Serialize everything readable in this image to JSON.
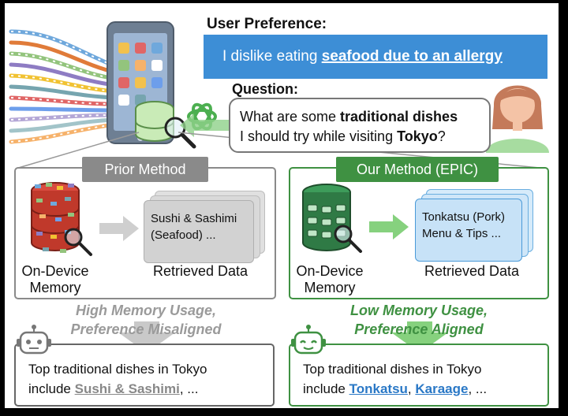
{
  "header": {
    "user_preference_label": "User Preference:",
    "preference_text_prefix": "I dislike eating ",
    "preference_highlight": "seafood due to an allergy",
    "question_label": "Question:",
    "question_prefix": "What are some ",
    "question_highlight_1": "traditional dishes",
    "question_middle": "I should try while visiting ",
    "question_highlight_2": "Tokyo",
    "question_suffix": "?"
  },
  "prior": {
    "tab_label": "Prior Method",
    "memory_caption_line1": "On-Device",
    "memory_caption_line2": "Memory",
    "retrieved_caption": "Retrieved Data",
    "card_line1": "Sushi & Sashimi",
    "card_line2": "(Seafood) ...",
    "mid_line1": "High Memory Usage,",
    "mid_line2": "Preference Misaligned",
    "answer_line1": "Top traditional dishes in Tokyo",
    "answer_prefix": "include ",
    "answer_highlight": "Sushi & Sashimi",
    "answer_suffix": ", ..."
  },
  "ours": {
    "tab_label": "Our Method (EPIC)",
    "memory_caption_line1": "On-Device",
    "memory_caption_line2": "Memory",
    "retrieved_caption": "Retrieved Data",
    "card_line1": "Tonkatsu (Pork)",
    "card_line2": "Menu & Tips ...",
    "mid_line1": "Low Memory Usage,",
    "mid_line2": "Preference Aligned",
    "answer_line1": "Top traditional dishes in Tokyo",
    "answer_prefix": "include ",
    "answer_highlight_1": "Tonkatsu",
    "answer_sep": ", ",
    "answer_highlight_2": "Karaage",
    "answer_suffix": ", ..."
  },
  "colors": {
    "prior": "#8a8a8a",
    "ours": "#3f9142",
    "preference_bar": "#3d8ed6",
    "highlight_blue": "#2a78c6",
    "mid_prior": "#9a9a9a",
    "mid_ours": "#3f9142"
  }
}
